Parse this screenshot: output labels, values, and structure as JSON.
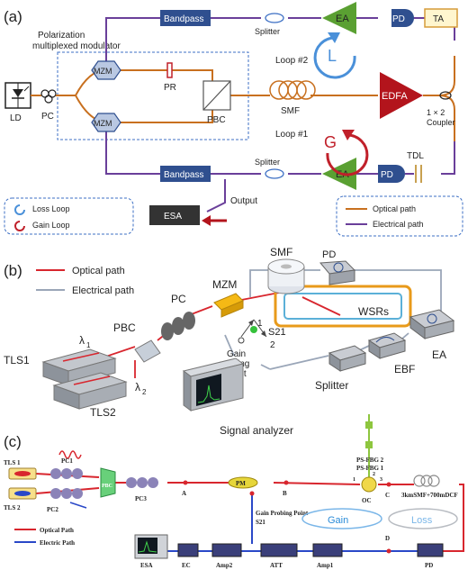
{
  "panel_a": {
    "label": "(a)",
    "modulator_caption_1": "Polarization",
    "modulator_caption_2": "multiplexed modulator",
    "bandpass_top": "Bandpass",
    "bandpass_bottom": "Bandpass",
    "splitter_top": "Splitter",
    "splitter_bottom": "Splitter",
    "ea_top": "EA",
    "ea_bottom": "EA",
    "pd_top": "PD",
    "pd_bottom": "PD",
    "ta": "TA",
    "mzm_top": "MZM",
    "mzm_bottom": "MZM",
    "pr": "PR",
    "pbc": "PBC",
    "smf": "SMF",
    "edfa": "EDFA",
    "coupler_1": "1 × 2",
    "coupler_2": "Coupler",
    "ld": "LD",
    "pc": "PC",
    "loop2": "Loop #2",
    "loop1": "Loop #1",
    "loop_letter_l": "L",
    "loop_letter_g": "G",
    "tdl": "TDL",
    "output": "Output",
    "esa": "ESA",
    "legend_loss": "Loss Loop",
    "legend_gain": "Gain Loop",
    "legend_optical": "Optical path",
    "legend_electrical": "Electrical path",
    "colors": {
      "optical": "#c8701f",
      "electrical": "#6a3f9a",
      "edfa": "#b3141c",
      "ea": "#5aa032",
      "box": "#2f4f8f"
    }
  },
  "panel_b": {
    "label": "(b)",
    "legend_optical": "Optical path",
    "legend_electrical": "Electrical path",
    "smf": "SMF",
    "pd": "PD",
    "mzm": "MZM",
    "wsrs": "WSRs",
    "pc": "PC",
    "pbc": "PBC",
    "s21": "S21",
    "port1": "1",
    "port2": "2",
    "gain_1": "Gain",
    "gain_2": "probing",
    "gain_3": "point",
    "ea": "EA",
    "ebf": "EBF",
    "splitter": "Splitter",
    "tls1": "TLS1",
    "tls2": "TLS2",
    "lambda1": "λ",
    "lambda1_sub": "1",
    "lambda2": "λ",
    "lambda2_sub": "2",
    "signal_analyzer": "Signal analyzer"
  },
  "panel_c": {
    "label": "(c)",
    "tls1": "TLS 1",
    "tls2": "TLS 2",
    "pc1": "PC1",
    "pc2": "PC2",
    "pbc": "PBC",
    "pc3": "PC3",
    "a": "A",
    "pm": "PM",
    "b": "B",
    "oc": "OC",
    "c": "C",
    "d": "D",
    "port1": "1",
    "port2": "2",
    "port3": "3",
    "psfbg2": "PS-FBG 2",
    "psfbg1": "PS-FBG 1",
    "fiber": "3kmSMF+700mDCF",
    "gain_probe": "Gain Probing Point",
    "s21": "S21",
    "gain": "Gain",
    "loss": "Loss",
    "legend_optical": "Optical Path",
    "legend_electric": "Electric Path",
    "esa": "ESA",
    "ec": "EC",
    "amp2": "Amp2",
    "att": "ATT",
    "amp1": "Amp1",
    "pd": "PD"
  }
}
